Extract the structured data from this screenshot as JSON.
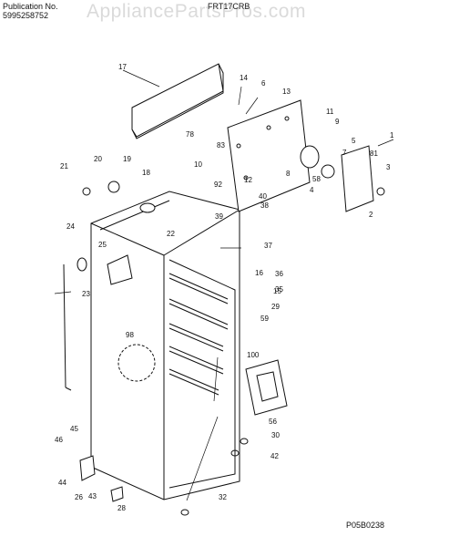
{
  "header": {
    "publication_label": "Publication No.",
    "publication_number": "5995258752",
    "model": "FRT17CRB"
  },
  "watermark": "AppliancePartsPros.com",
  "drawing_code": "P05B0238",
  "callouts": [
    "1",
    "2",
    "3",
    "4",
    "5",
    "6",
    "7",
    "8",
    "9",
    "10",
    "11",
    "12",
    "13",
    "14",
    "15",
    "16",
    "17",
    "18",
    "19",
    "20",
    "21",
    "22",
    "23",
    "24",
    "25",
    "26",
    "28",
    "29",
    "30",
    "32",
    "35",
    "36",
    "37",
    "38",
    "39",
    "40",
    "42",
    "43",
    "44",
    "45",
    "46",
    "56",
    "58",
    "59",
    "78",
    "81",
    "83",
    "92",
    "98",
    "100"
  ],
  "label_positions_note": ""
}
